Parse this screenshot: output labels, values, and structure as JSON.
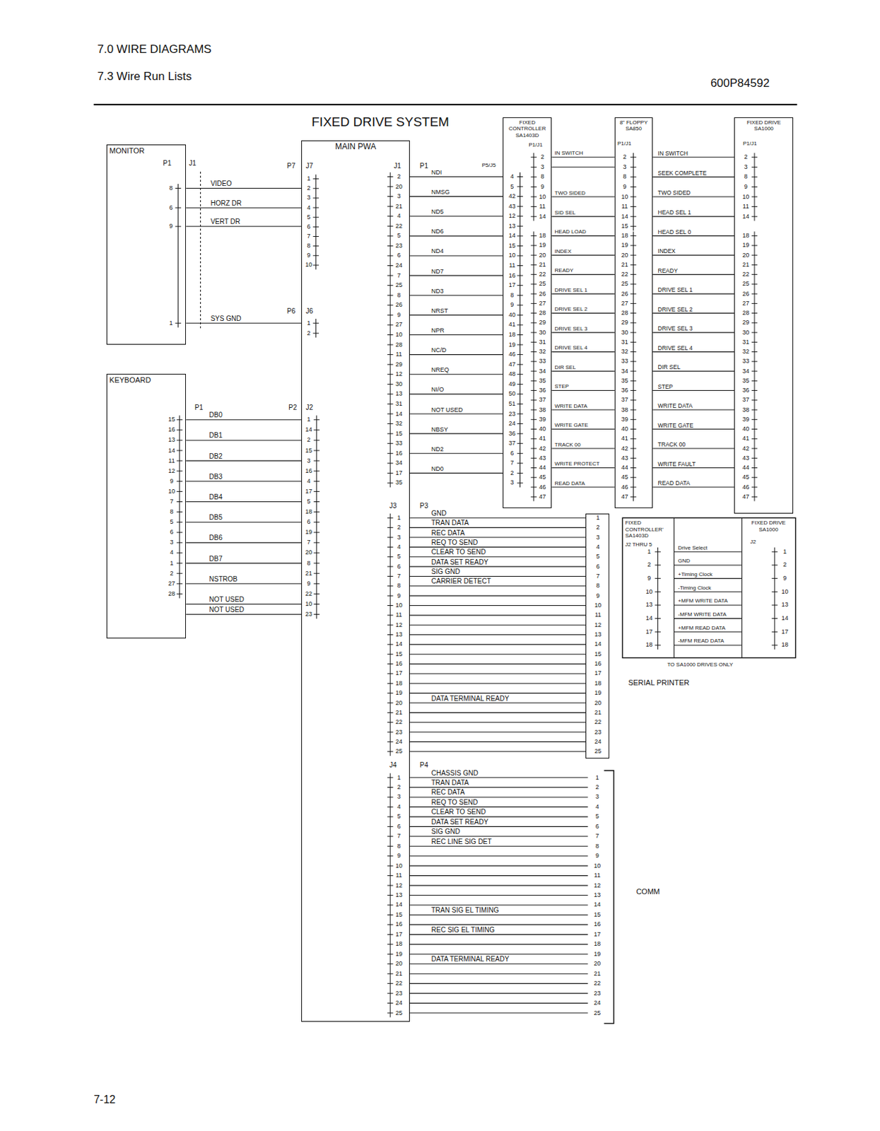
{
  "diagram": {
    "title": "FIXED DRIVE SYSTEM",
    "nodes": [
      {
        "text": [
          "MONITOR"
        ]
      },
      {
        "text": [
          "MAIN PWA"
        ]
      },
      {
        "text": [
          "KEYBOARD"
        ]
      },
      {
        "text": [
          "FIXED CONTROLLER SA1403D"
        ]
      },
      {
        "text": [
          "8\" FLOPPY SA850"
        ]
      },
      {
        "text": [
          "FIXED DRIVE SA1000"
        ]
      },
      {
        "text": [
          "FIXED CONTROLLER' SA1403D",
          "J2 THRU 5"
        ]
      },
      {
        "text": [
          "FIXED DRIVE SA1000"
        ]
      },
      {
        "text": [
          "SERIAL PRINTER"
        ]
      },
      {
        "text": [
          "COMM"
        ]
      }
    ],
    "edges": [
      {
        "from": 0,
        "to": 1,
        "arrow": "none",
        "label": "VIDEO"
      },
      {
        "from": 0,
        "to": 1,
        "arrow": "none",
        "label": "HORZ DR"
      },
      {
        "from": 0,
        "to": 1,
        "arrow": "none",
        "label": "VERT DR"
      },
      {
        "from": 0,
        "to": 1,
        "arrow": "none",
        "label": "SYS GND"
      },
      {
        "from": 2,
        "to": 1,
        "arrow": "none",
        "label": "DB0"
      },
      {
        "from": 2,
        "to": 1,
        "arrow": "none",
        "label": "DB1"
      },
      {
        "from": 2,
        "to": 1,
        "arrow": "none",
        "label": "DB2"
      },
      {
        "from": 2,
        "to": 1,
        "arrow": "none",
        "label": "DB3"
      },
      {
        "from": 2,
        "to": 1,
        "arrow": "none",
        "label": "DB4"
      },
      {
        "from": 2,
        "to": 1,
        "arrow": "none",
        "label": "DB5"
      },
      {
        "from": 2,
        "to": 1,
        "arrow": "none",
        "label": "DB6"
      },
      {
        "from": 2,
        "to": 1,
        "arrow": "none",
        "label": "DB7"
      },
      {
        "from": 2,
        "to": 1,
        "arrow": "none",
        "label": "NSTROB"
      },
      {
        "from": 2,
        "to": 1,
        "arrow": "none",
        "label": "NOT USED"
      },
      {
        "from": 2,
        "to": 1,
        "arrow": "none",
        "label": "NOT USED"
      },
      {
        "from": 1,
        "to": 3,
        "arrow": "none",
        "label": "NDI"
      },
      {
        "from": 1,
        "to": 3,
        "arrow": "none",
        "label": "NMSG"
      },
      {
        "from": 1,
        "to": 3,
        "arrow": "none",
        "label": "ND5"
      },
      {
        "from": 1,
        "to": 3,
        "arrow": "none",
        "label": "ND6"
      },
      {
        "from": 1,
        "to": 3,
        "arrow": "none",
        "label": "ND4"
      },
      {
        "from": 1,
        "to": 3,
        "arrow": "none",
        "label": "ND7"
      },
      {
        "from": 1,
        "to": 3,
        "arrow": "none",
        "label": "ND3"
      },
      {
        "from": 1,
        "to": 3,
        "arrow": "none",
        "label": "NRST"
      },
      {
        "from": 1,
        "to": 3,
        "arrow": "none",
        "label": "NPR"
      },
      {
        "from": 1,
        "to": 3,
        "arrow": "none",
        "label": "NC/D"
      },
      {
        "from": 1,
        "to": 3,
        "arrow": "none",
        "label": "NREQ"
      },
      {
        "from": 1,
        "to": 3,
        "arrow": "none",
        "label": "NI/O"
      },
      {
        "from": 1,
        "to": 3,
        "arrow": "none",
        "label": "NOT USED"
      },
      {
        "from": 1,
        "to": 3,
        "arrow": "none",
        "label": "NBSY"
      },
      {
        "from": 1,
        "to": 3,
        "arrow": "none",
        "label": "ND2"
      },
      {
        "from": 1,
        "to": 3,
        "arrow": "none",
        "label": "ND0"
      },
      {
        "from": 3,
        "to": 4,
        "arrow": "none",
        "label": "IN SWITCH"
      },
      {
        "from": 3,
        "to": 4,
        "arrow": "none"
      },
      {
        "from": 3,
        "to": 4,
        "arrow": "none",
        "label": "TWO SIDED"
      },
      {
        "from": 3,
        "to": 4,
        "arrow": "none",
        "label": "SID SEL"
      },
      {
        "from": 3,
        "to": 4,
        "arrow": "none",
        "label": "HEAD LOAD"
      },
      {
        "from": 3,
        "to": 4,
        "arrow": "none",
        "label": "INDEX"
      },
      {
        "from": 3,
        "to": 4,
        "arrow": "none",
        "label": "READY"
      },
      {
        "from": 3,
        "to": 4,
        "arrow": "none",
        "label": "DRIVE SEL 1"
      },
      {
        "from": 3,
        "to": 4,
        "arrow": "none",
        "label": "DRIVE SEL 2"
      },
      {
        "from": 3,
        "to": 4,
        "arrow": "none",
        "label": "DRIVE SEL 3"
      },
      {
        "from": 3,
        "to": 4,
        "arrow": "none",
        "label": "DRIVE SEL 4"
      },
      {
        "from": 3,
        "to": 4,
        "arrow": "none",
        "label": "DIR SEL"
      },
      {
        "from": 3,
        "to": 4,
        "arrow": "none",
        "label": "STEP"
      },
      {
        "from": 3,
        "to": 4,
        "arrow": "none",
        "label": "WRITE DATA"
      },
      {
        "from": 3,
        "to": 4,
        "arrow": "none",
        "label": "WRITE GATE"
      },
      {
        "from": 3,
        "to": 4,
        "arrow": "none",
        "label": "TRACK 00"
      },
      {
        "from": 3,
        "to": 4,
        "arrow": "none",
        "label": "WRITE PROTECT"
      },
      {
        "from": 3,
        "to": 4,
        "arrow": "none",
        "label": "READ DATA"
      },
      {
        "from": 4,
        "to": 5,
        "arrow": "none",
        "label": "IN SWITCH"
      },
      {
        "from": 4,
        "to": 5,
        "arrow": "none",
        "label": "SEEK COMPLETE"
      },
      {
        "from": 4,
        "to": 5,
        "arrow": "none",
        "label": "TWO SIDED"
      },
      {
        "from": 4,
        "to": 5,
        "arrow": "none",
        "label": "HEAD SEL 1"
      },
      {
        "from": 4,
        "to": 5,
        "arrow": "none",
        "label": "HEAD SEL 0"
      },
      {
        "from": 4,
        "to": 5,
        "arrow": "none",
        "label": "INDEX"
      },
      {
        "from": 4,
        "to": 5,
        "arrow": "none",
        "label": "READY"
      },
      {
        "from": 4,
        "to": 5,
        "arrow": "none",
        "label": "DRIVE SEL 1"
      },
      {
        "from": 4,
        "to": 5,
        "arrow": "none",
        "label": "DRIVE SEL 2"
      },
      {
        "from": 4,
        "to": 5,
        "arrow": "none",
        "label": "DRIVE SEL 3"
      },
      {
        "from": 4,
        "to": 5,
        "arrow": "none",
        "label": "DRIVE SEL 4"
      },
      {
        "from": 4,
        "to": 5,
        "arrow": "none",
        "label": "DIR SEL"
      },
      {
        "from": 4,
        "to": 5,
        "arrow": "none",
        "label": "STEP"
      },
      {
        "from": 4,
        "to": 5,
        "arrow": "none",
        "label": "WRITE DATA"
      },
      {
        "from": 4,
        "to": 5,
        "arrow": "none",
        "label": "WRITE GATE"
      },
      {
        "from": 4,
        "to": 5,
        "arrow": "none",
        "label": "TRACK 00"
      },
      {
        "from": 4,
        "to": 5,
        "arrow": "none",
        "label": "WRITE FAULT"
      },
      {
        "from": 4,
        "to": 5,
        "arrow": "none",
        "label": "READ DATA"
      },
      {
        "from": 6,
        "to": 7,
        "arrow": "none",
        "label": "Drive Select"
      },
      {
        "from": 6,
        "to": 7,
        "arrow": "none",
        "label": "GND"
      },
      {
        "from": 6,
        "to": 7,
        "arrow": "none",
        "label": "+Timing Clock"
      },
      {
        "from": 6,
        "to": 7,
        "arrow": "none",
        "label": "-Timing Clock"
      },
      {
        "from": 6,
        "to": 7,
        "arrow": "none",
        "label": "+MFM WRITE DATA"
      },
      {
        "from": 6,
        "to": 7,
        "arrow": "none",
        "label": "-MFM WRITE DATA"
      },
      {
        "from": 6,
        "to": 7,
        "arrow": "none",
        "label": "+MFM READ DATA"
      },
      {
        "from": 6,
        "to": 7,
        "arrow": "none",
        "label": "-MFM READ DATA"
      },
      {
        "from": 1,
        "to": 8,
        "arrow": "none",
        "label": "GND"
      },
      {
        "from": 1,
        "to": 8,
        "arrow": "none",
        "label": "TRAN DATA"
      },
      {
        "from": 1,
        "to": 8,
        "arrow": "none",
        "label": "REC DATA"
      },
      {
        "from": 1,
        "to": 8,
        "arrow": "none",
        "label": "REQ TO SEND"
      },
      {
        "from": 1,
        "to": 8,
        "arrow": "none",
        "label": "CLEAR TO SEND"
      },
      {
        "from": 1,
        "to": 8,
        "arrow": "none",
        "label": "DATA SET READY"
      },
      {
        "from": 1,
        "to": 8,
        "arrow": "none",
        "label": "SIG GND"
      },
      {
        "from": 1,
        "to": 8,
        "arrow": "none",
        "label": "CARRIER DETECT"
      },
      {
        "from": 1,
        "to": 8,
        "arrow": "none"
      },
      {
        "from": 1,
        "to": 8,
        "arrow": "none"
      },
      {
        "from": 1,
        "to": 8,
        "arrow": "none"
      },
      {
        "from": 1,
        "to": 8,
        "arrow": "none"
      },
      {
        "from": 1,
        "to": 8,
        "arrow": "none"
      },
      {
        "from": 1,
        "to": 8,
        "arrow": "none"
      },
      {
        "from": 1,
        "to": 8,
        "arrow": "none"
      },
      {
        "from": 1,
        "to": 8,
        "arrow": "none"
      },
      {
        "from": 1,
        "to": 8,
        "arrow": "none"
      },
      {
        "from": 1,
        "to": 8,
        "arrow": "none"
      },
      {
        "from": 1,
        "to": 8,
        "arrow": "none"
      },
      {
        "from": 1,
        "to": 8,
        "arrow": "none",
        "label": "DATA TERMINAL READY"
      },
      {
        "from": 1,
        "to": 8,
        "arrow": "none"
      },
      {
        "from": 1,
        "to": 8,
        "arrow": "none"
      },
      {
        "from": 1,
        "to": 8,
        "arrow": "none"
      },
      {
        "from": 1,
        "to": 8,
        "arrow": "none"
      },
      {
        "from": 1,
        "to": 8,
        "arrow": "none"
      },
      {
        "from": 1,
        "to": 9,
        "arrow": "none",
        "label": "CHASSIS GND"
      },
      {
        "from": 1,
        "to": 9,
        "arrow": "none",
        "label": "TRAN DATA"
      },
      {
        "from": 1,
        "to": 9,
        "arrow": "none",
        "label": "REC DATA"
      },
      {
        "from": 1,
        "to": 9,
        "arrow": "none",
        "label": "REQ TO SEND"
      },
      {
        "from": 1,
        "to": 9,
        "arrow": "none",
        "label": "CLEAR TO SEND"
      },
      {
        "from": 1,
        "to": 9,
        "arrow": "none",
        "label": "DATA SET READY"
      },
      {
        "from": 1,
        "to": 9,
        "arrow": "none",
        "label": "SIG GND"
      },
      {
        "from": 1,
        "to": 9,
        "arrow": "none",
        "label": "REC LINE SIG DET"
      },
      {
        "from": 1,
        "to": 9,
        "arrow": "none"
      },
      {
        "from": 1,
        "to": 9,
        "arrow": "none"
      },
      {
        "from": 1,
        "to": 9,
        "arrow": "none"
      },
      {
        "from": 1,
        "to": 9,
        "arrow": "none"
      },
      {
        "from": 1,
        "to": 9,
        "arrow": "none"
      },
      {
        "from": 1,
        "to": 9,
        "arrow": "none"
      },
      {
        "from": 1,
        "to": 9,
        "arrow": "none",
        "label": "TRAN SIG EL TIMING"
      },
      {
        "from": 1,
        "to": 9,
        "arrow": "none"
      },
      {
        "from": 1,
        "to": 9,
        "arrow": "none",
        "label": "REC SIG EL TIMING"
      },
      {
        "from": 1,
        "to": 9,
        "arrow": "none"
      },
      {
        "from": 1,
        "to": 9,
        "arrow": "none"
      },
      {
        "from": 1,
        "to": 9,
        "arrow": "none",
        "label": "DATA TERMINAL READY"
      },
      {
        "from": 1,
        "to": 9,
        "arrow": "none"
      },
      {
        "from": 1,
        "to": 9,
        "arrow": "none"
      },
      {
        "from": 1,
        "to": 9,
        "arrow": "none"
      },
      {
        "from": 1,
        "to": 9,
        "arrow": "none"
      },
      {
        "from": 1,
        "to": 9,
        "arrow": "none"
      }
    ],
    "labels": [
      "7.0 WIRE DIAGRAMS",
      "7.3 Wire Run Lists",
      "600P84592",
      "7-12",
      "P1",
      "J1",
      "P7",
      "J7",
      "P6",
      "J6",
      "P1",
      "P2",
      "J2",
      "J1",
      "P1",
      "P5/J5",
      "P1/J1",
      "P1/J1",
      "P1/J1",
      "J3",
      "P3",
      "J4",
      "P4",
      "J2",
      "TO SA1000 DRIVES ONLY",
      "8",
      "6",
      "9",
      "1",
      "1",
      "2",
      "3",
      "4",
      "5",
      "6",
      "7",
      "8",
      "9",
      "10",
      "1",
      "2",
      "15",
      "16",
      "13",
      "14",
      "11",
      "12",
      "9",
      "10",
      "7",
      "8",
      "5",
      "6",
      "3",
      "4",
      "1",
      "2",
      "27",
      "28",
      "1",
      "14",
      "2",
      "15",
      "3",
      "16",
      "4",
      "17",
      "5",
      "18",
      "6",
      "19",
      "7",
      "20",
      "8",
      "21",
      "9",
      "22",
      "10",
      "23",
      "2",
      "20",
      "3",
      "21",
      "4",
      "22",
      "5",
      "23",
      "6",
      "24",
      "7",
      "25",
      "8",
      "26",
      "9",
      "27",
      "10",
      "28",
      "11",
      "29",
      "12",
      "30",
      "13",
      "31",
      "14",
      "32",
      "15",
      "33",
      "16",
      "34",
      "17",
      "35",
      "4",
      "5",
      "42",
      "43",
      "12",
      "13",
      "14",
      "15",
      "10",
      "11",
      "16",
      "17",
      "8",
      "9",
      "40",
      "41",
      "18",
      "19",
      "46",
      "47",
      "48",
      "49",
      "50",
      "51",
      "23",
      "24",
      "36",
      "37",
      "6",
      "7",
      "2",
      "3",
      "2",
      "3",
      "8",
      "9",
      "10",
      "11",
      "14",
      "18",
      "19",
      "20",
      "21",
      "22",
      "25",
      "26",
      "27",
      "28",
      "29",
      "30",
      "31",
      "32",
      "33",
      "34",
      "35",
      "36",
      "37",
      "38",
      "39",
      "40",
      "41",
      "42",
      "43",
      "44",
      "45",
      "46",
      "47",
      "2",
      "3",
      "8",
      "9",
      "10",
      "11",
      "14",
      "15",
      "18",
      "19",
      "20",
      "21",
      "22",
      "25",
      "26",
      "27",
      "28",
      "29",
      "30",
      "31",
      "32",
      "33",
      "34",
      "35",
      "36",
      "37",
      "38",
      "39",
      "40",
      "41",
      "42",
      "43",
      "44",
      "45",
      "46",
      "47",
      "2",
      "3",
      "8",
      "9",
      "10",
      "11",
      "14",
      "18",
      "19",
      "20",
      "21",
      "22",
      "25",
      "26",
      "27",
      "28",
      "29",
      "30",
      "31",
      "32",
      "33",
      "34",
      "35",
      "36",
      "37",
      "38",
      "39",
      "40",
      "41",
      "42",
      "43",
      "44",
      "45",
      "46",
      "47",
      "1",
      "2",
      "9",
      "10",
      "13",
      "14",
      "17",
      "18",
      "1",
      "2",
      "9",
      "10",
      "13",
      "14",
      "17",
      "18",
      "1",
      "2",
      "3",
      "4",
      "5",
      "6",
      "7",
      "8",
      "9",
      "10",
      "11",
      "12",
      "13",
      "14",
      "15",
      "16",
      "17",
      "18",
      "19",
      "20",
      "21",
      "22",
      "23",
      "24",
      "25",
      "1",
      "2",
      "3",
      "4",
      "5",
      "6",
      "7",
      "8",
      "9",
      "10",
      "11",
      "12",
      "13",
      "14",
      "15",
      "16",
      "17",
      "18",
      "19",
      "20",
      "21",
      "22",
      "23",
      "24",
      "25",
      "1",
      "2",
      "3",
      "4",
      "5",
      "6",
      "7",
      "8",
      "9",
      "10",
      "11",
      "12",
      "13",
      "14",
      "15",
      "16",
      "17",
      "18",
      "19",
      "20",
      "21",
      "22",
      "23",
      "24",
      "25",
      "1",
      "2",
      "3",
      "4",
      "5",
      "6",
      "7",
      "8",
      "9",
      "10",
      "11",
      "12",
      "13",
      "14",
      "15",
      "16",
      "17",
      "18",
      "19",
      "20",
      "21",
      "22",
      "23",
      "24",
      "25"
    ]
  }
}
